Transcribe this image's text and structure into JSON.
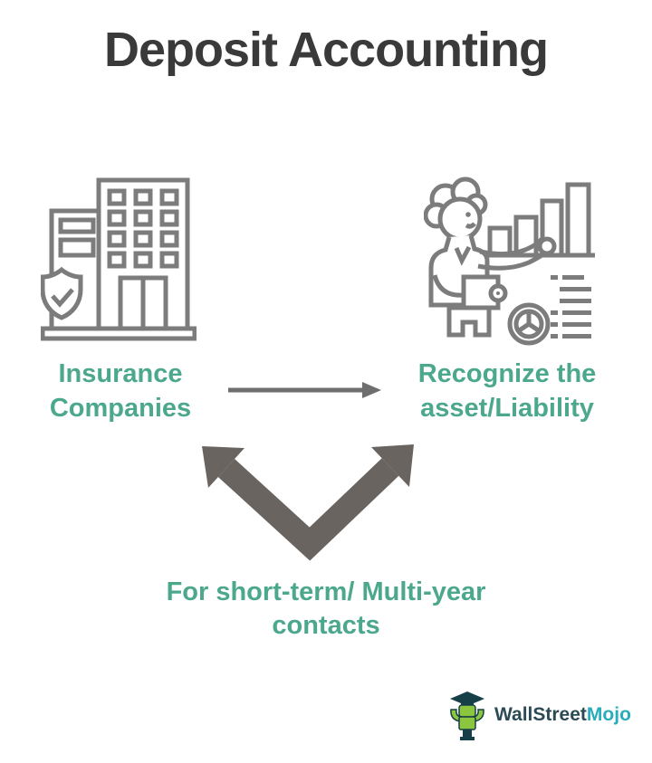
{
  "title": "Deposit Accounting",
  "nodes": {
    "left": {
      "label": "Insurance Companies",
      "icon": "building-with-shield-icon"
    },
    "right": {
      "label": "Recognize the asset/Liability",
      "icon": "analyst-with-charts-icon"
    }
  },
  "flow": {
    "forward_arrow_icon": "right-arrow-icon",
    "split_arrow_icon": "double-up-arrow-icon",
    "bottom_label": "For short-term/ Multi-year contacts"
  },
  "branding": {
    "mascot_icon": "wallstreetmojo-mascot-icon",
    "wordmark_primary": "WallStreet",
    "wordmark_accent": "Mojo"
  },
  "colors": {
    "title_color": "#3a3a3a",
    "accent_teal": "#4ca88d",
    "icon_gray": "#7c7c7c",
    "arrow_gray": "#6e6e6e",
    "varrow_gray": "#6a6460",
    "logo_dark": "#2b4a55",
    "logo_cyan": "#29acbc",
    "mascot_green": "#8cc63f",
    "mascot_dark": "#173f48"
  }
}
